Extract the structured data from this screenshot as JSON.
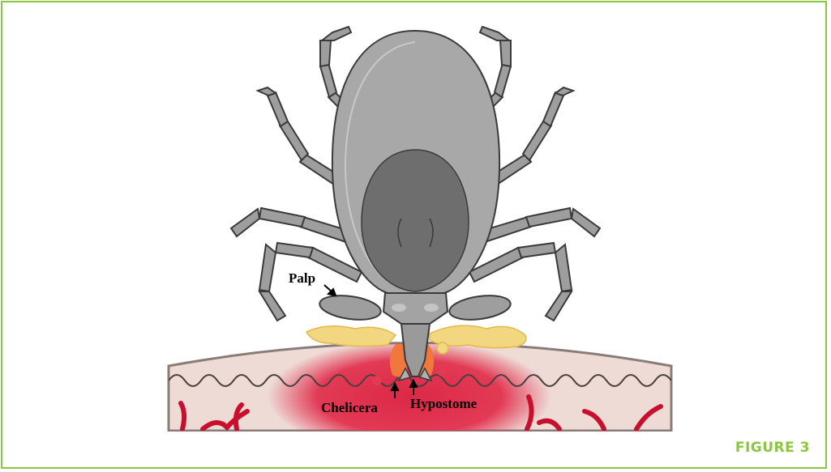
{
  "figure": {
    "caption": "FIGURE 3",
    "caption_color": "#8cc63f",
    "frame_color": "#8cc63f"
  },
  "diagram": {
    "labels": {
      "palp": "Palp",
      "chelicera": "Chelicera",
      "hypostome": "Hypostome"
    },
    "colors": {
      "skin": "#eedbd6",
      "skin_edge": "#8a7c78",
      "blood": "#dc2846",
      "vessel": "#c8102e",
      "saliva": "#f3d680",
      "tick_body": "#a8a8a8",
      "scutum": "#6e6e6e",
      "legs": "#9e9e9e",
      "outline": "#3a3a3a"
    }
  }
}
